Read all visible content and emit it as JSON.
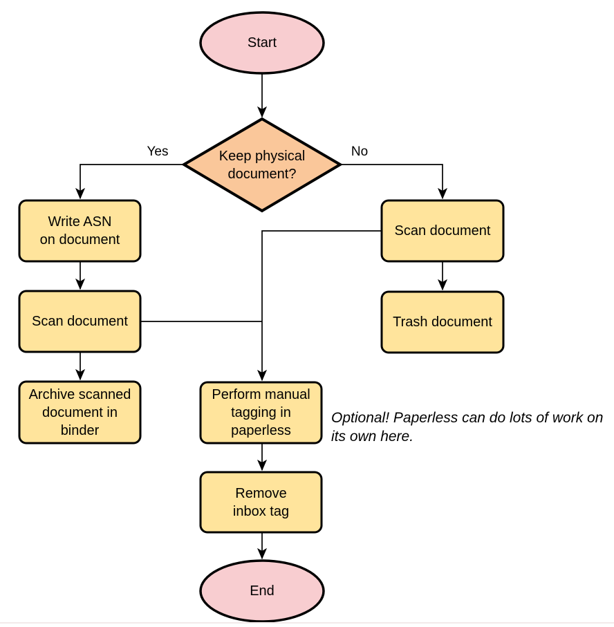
{
  "diagram": {
    "nodes": {
      "start": {
        "label": "Start",
        "type": "terminator"
      },
      "decision": {
        "label": "Keep physical\ndocument?",
        "type": "decision"
      },
      "write_asn": {
        "label": "Write ASN\non document",
        "type": "process"
      },
      "scan_left": {
        "label": "Scan document",
        "type": "process"
      },
      "archive": {
        "label": "Archive scanned\ndocument in\nbinder",
        "type": "process"
      },
      "scan_right": {
        "label": "Scan document",
        "type": "process"
      },
      "trash": {
        "label": "Trash document",
        "type": "process"
      },
      "tagging": {
        "label": "Perform manual\ntagging in\npaperless",
        "type": "process"
      },
      "remove_inbox": {
        "label": "Remove\ninbox tag",
        "type": "process"
      },
      "end": {
        "label": "End",
        "type": "terminator"
      }
    },
    "edge_labels": {
      "yes": "Yes",
      "no": "No"
    },
    "annotation": "Optional! Paperless can do lots of work on\nits own here.",
    "colors": {
      "terminator_fill": "#f8cdd0",
      "decision_fill": "#fac79a",
      "process_fill": "#ffe49c",
      "stroke": "#000000"
    }
  }
}
